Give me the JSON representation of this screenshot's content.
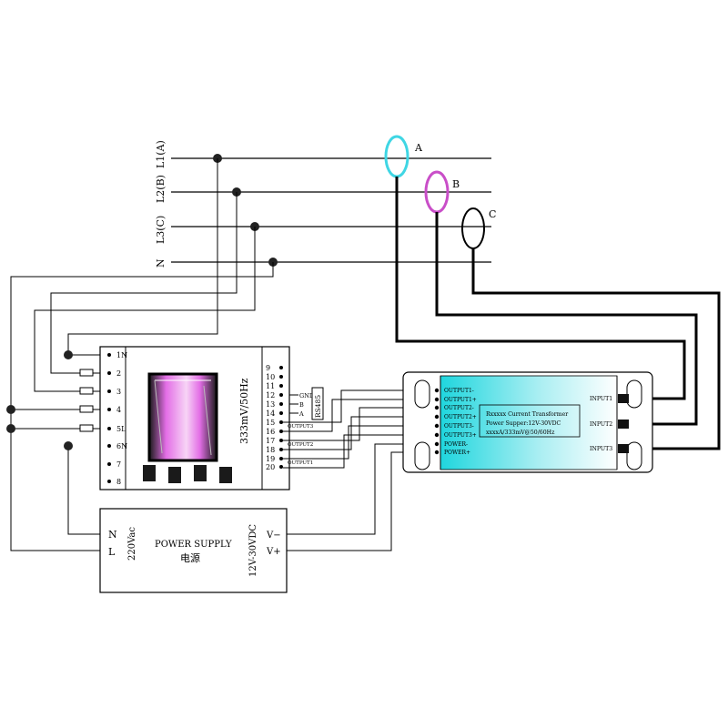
{
  "lines": {
    "l1": "L1(A)",
    "l2": "L2(B)",
    "l3": "L3(C)",
    "n": "N"
  },
  "coils": {
    "a": "A",
    "b": "B",
    "c": "C"
  },
  "meter": {
    "left_terminals": [
      "1N",
      "2",
      "3",
      "4",
      "5L",
      "6N",
      "7",
      "8"
    ],
    "right_terminals": [
      "9",
      "10",
      "11",
      "12",
      "13",
      "14",
      "15",
      "16",
      "17",
      "18",
      "19",
      "20"
    ],
    "rs485": [
      "GND",
      "B",
      "A"
    ],
    "rs485_label": "RS485",
    "vertical_label": "333mV/50Hz",
    "output_labels": [
      "OUTPUT3",
      "OUTPUT2",
      "OUTPUT1"
    ]
  },
  "transducer": {
    "left_labels": [
      "OUTPUT1-",
      "OUTPUT1+",
      "OUTPUT2-",
      "OUTPUT2+",
      "OUTPUT3-",
      "OUTPUT3+",
      "POWER-",
      "POWER+"
    ],
    "right_labels": [
      "INPUT1",
      "INPUT2",
      "INPUT3"
    ],
    "info_line1": "Rxxxxx Current Transformer",
    "info_line2": "Power Supper:12V-30VDC",
    "info_line3": "xxxxA/333mV@50/60Hz",
    "colors": {
      "gradient_left": "#20d8e0",
      "gradient_right": "#ffffff"
    }
  },
  "power_supply": {
    "title": "POWER SUPPLY",
    "subtitle": "电源",
    "left_n": "N",
    "left_l": "L",
    "input_voltage": "220Vac",
    "output_voltage": "12V-30VDC",
    "vminus": "V−",
    "vplus": "V+"
  },
  "colors": {
    "coil_a": "#3fd6e4",
    "coil_b": "#c94ec8",
    "coil_c": "#000000",
    "display_magenta": "#e36ee6"
  }
}
